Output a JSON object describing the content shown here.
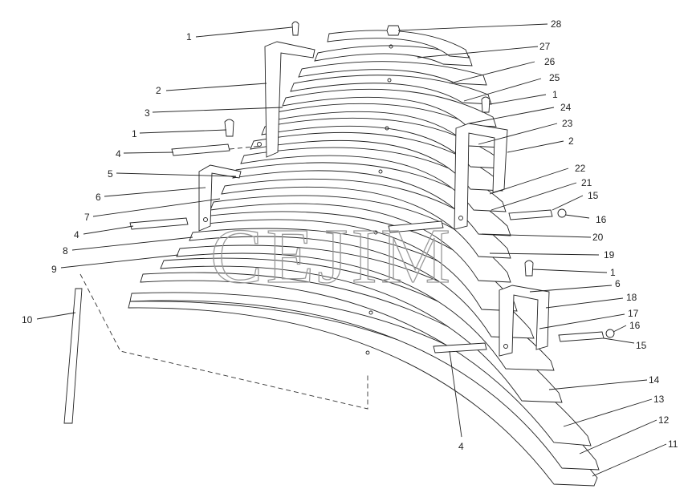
{
  "watermark": "CEJIM",
  "labels": {
    "l1a": "1",
    "l1b": "1",
    "l1c": "1",
    "l1d": "1",
    "l2a": "2",
    "l2b": "2",
    "l3": "3",
    "l4a": "4",
    "l4b": "4",
    "l4c": "4",
    "l5": "5",
    "l6a": "6",
    "l6b": "6",
    "l7": "7",
    "l8": "8",
    "l9": "9",
    "l10": "10",
    "l11": "11",
    "l12": "12",
    "l13": "13",
    "l14": "14",
    "l15a": "15",
    "l15b": "15",
    "l16a": "16",
    "l16b": "16",
    "l17": "17",
    "l18": "18",
    "l19": "19",
    "l20": "20",
    "l21": "21",
    "l22": "22",
    "l23": "23",
    "l24": "24",
    "l25": "25",
    "l26": "26",
    "l27": "27",
    "l28": "28"
  }
}
